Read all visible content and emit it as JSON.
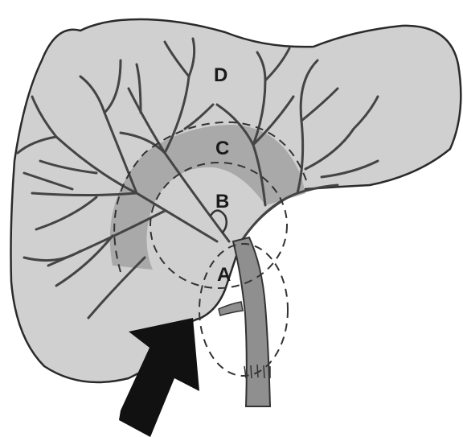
{
  "zones": [
    {
      "id": "A",
      "label": "A"
    },
    {
      "id": "B",
      "label": "B"
    },
    {
      "id": "C",
      "label": "C"
    },
    {
      "id": "D",
      "label": "D"
    }
  ],
  "colors": {
    "liver_fill": "#d0d0d0",
    "zone_c_fill": "#a9a9a9",
    "duct_fill": "#8f8f8f",
    "duct_stroke": "#333333",
    "outline": "#2a2a2a",
    "arrow": "#111111"
  }
}
